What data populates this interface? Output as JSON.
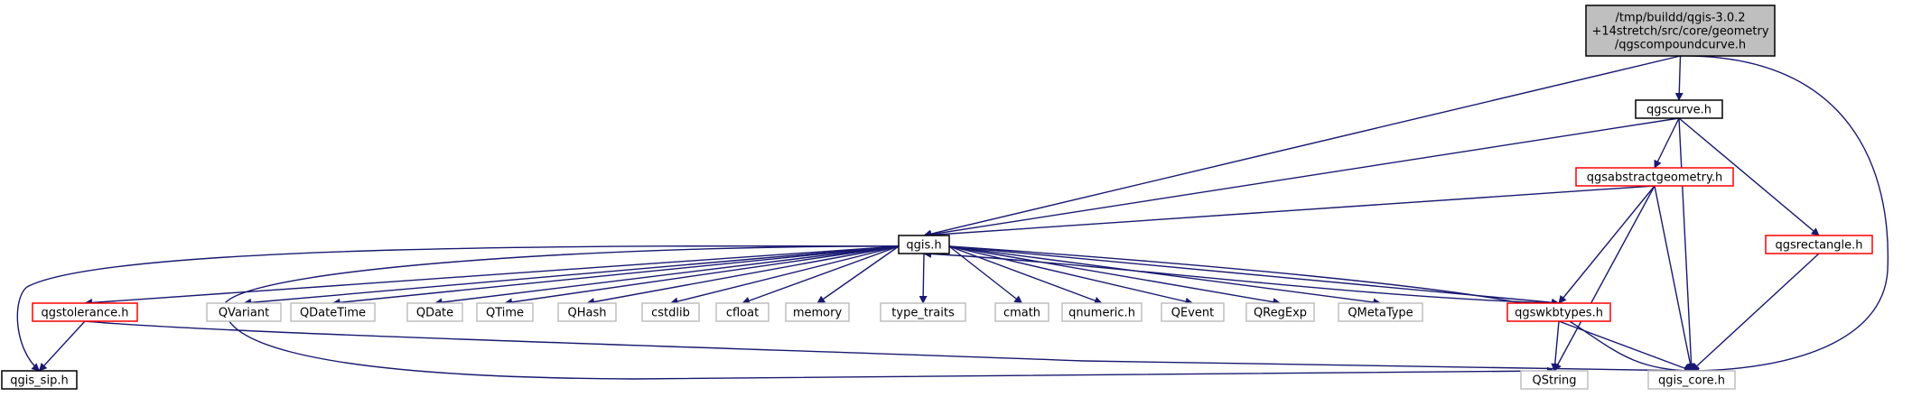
{
  "colors": {
    "edge": "#191970",
    "border_default": "#000000",
    "border_red": "#ff0000",
    "border_gray": "#bfbfbf",
    "fill_root": "#bfbfbf",
    "fill_default": "#ffffff"
  },
  "nodes": {
    "root": {
      "lines": [
        "/tmp/buildd/qgis-3.0.2",
        "+14stretch/src/core/geometry",
        "/qgscompoundcurve.h"
      ],
      "style": "root"
    },
    "qgscurve": {
      "lines": [
        "qgscurve.h"
      ],
      "style": "black"
    },
    "qgsabstractgeometry": {
      "lines": [
        "qgsabstractgeometry.h"
      ],
      "style": "red"
    },
    "qgsrectangle": {
      "lines": [
        "qgsrectangle.h"
      ],
      "style": "red"
    },
    "qgis": {
      "lines": [
        "qgis.h"
      ],
      "style": "black"
    },
    "qgstolerance": {
      "lines": [
        "qgstolerance.h"
      ],
      "style": "red"
    },
    "QVariant": {
      "lines": [
        "QVariant"
      ],
      "style": "gray"
    },
    "QDateTime": {
      "lines": [
        "QDateTime"
      ],
      "style": "gray"
    },
    "QDate": {
      "lines": [
        "QDate"
      ],
      "style": "gray"
    },
    "QTime": {
      "lines": [
        "QTime"
      ],
      "style": "gray"
    },
    "QHash": {
      "lines": [
        "QHash"
      ],
      "style": "gray"
    },
    "cstdlib": {
      "lines": [
        "cstdlib"
      ],
      "style": "gray"
    },
    "cfloat": {
      "lines": [
        "cfloat"
      ],
      "style": "gray"
    },
    "memory": {
      "lines": [
        "memory"
      ],
      "style": "gray"
    },
    "type_traits": {
      "lines": [
        "type_traits"
      ],
      "style": "gray"
    },
    "cmath": {
      "lines": [
        "cmath"
      ],
      "style": "gray"
    },
    "qnumeric": {
      "lines": [
        "qnumeric.h"
      ],
      "style": "gray"
    },
    "QEvent": {
      "lines": [
        "QEvent"
      ],
      "style": "gray"
    },
    "QRegExp": {
      "lines": [
        "QRegExp"
      ],
      "style": "gray"
    },
    "QMetaType": {
      "lines": [
        "QMetaType"
      ],
      "style": "gray"
    },
    "qgswkbtypes": {
      "lines": [
        "qgswkbtypes.h"
      ],
      "style": "red"
    },
    "qgis_sip": {
      "lines": [
        "qgis_sip.h"
      ],
      "style": "black"
    },
    "QString": {
      "lines": [
        "QString"
      ],
      "style": "gray"
    },
    "qgis_core": {
      "lines": [
        "qgis_core.h"
      ],
      "style": "gray"
    }
  },
  "edges": [
    [
      "root",
      "qgscurve"
    ],
    [
      "root",
      "qgis"
    ],
    [
      "root",
      "qgis_core"
    ],
    [
      "qgscurve",
      "qgis"
    ],
    [
      "qgscurve",
      "qgsabstractgeometry"
    ],
    [
      "qgscurve",
      "qgsrectangle"
    ],
    [
      "qgscurve",
      "qgis_core"
    ],
    [
      "qgsabstractgeometry",
      "qgis"
    ],
    [
      "qgsabstractgeometry",
      "qgswkbtypes"
    ],
    [
      "qgsabstractgeometry",
      "QString"
    ],
    [
      "qgsabstractgeometry",
      "qgis_core"
    ],
    [
      "qgsrectangle",
      "qgis_core"
    ],
    [
      "qgis",
      "qgstolerance"
    ],
    [
      "qgis",
      "QVariant"
    ],
    [
      "qgis",
      "QDateTime"
    ],
    [
      "qgis",
      "QDate"
    ],
    [
      "qgis",
      "QTime"
    ],
    [
      "qgis",
      "QHash"
    ],
    [
      "qgis",
      "cstdlib"
    ],
    [
      "qgis",
      "cfloat"
    ],
    [
      "qgis",
      "memory"
    ],
    [
      "qgis",
      "type_traits"
    ],
    [
      "qgis",
      "cmath"
    ],
    [
      "qgis",
      "qnumeric"
    ],
    [
      "qgis",
      "QEvent"
    ],
    [
      "qgis",
      "QRegExp"
    ],
    [
      "qgis",
      "QMetaType"
    ],
    [
      "qgis",
      "qgswkbtypes"
    ],
    [
      "qgis",
      "qgis_sip"
    ],
    [
      "qgis",
      "QString"
    ],
    [
      "qgis",
      "qgis_core"
    ],
    [
      "qgswkbtypes",
      "qgis"
    ],
    [
      "qgswkbtypes",
      "QString"
    ],
    [
      "qgswkbtypes",
      "qgis_core"
    ],
    [
      "qgstolerance",
      "qgis_sip"
    ],
    [
      "qgstolerance",
      "qgis_core"
    ]
  ]
}
